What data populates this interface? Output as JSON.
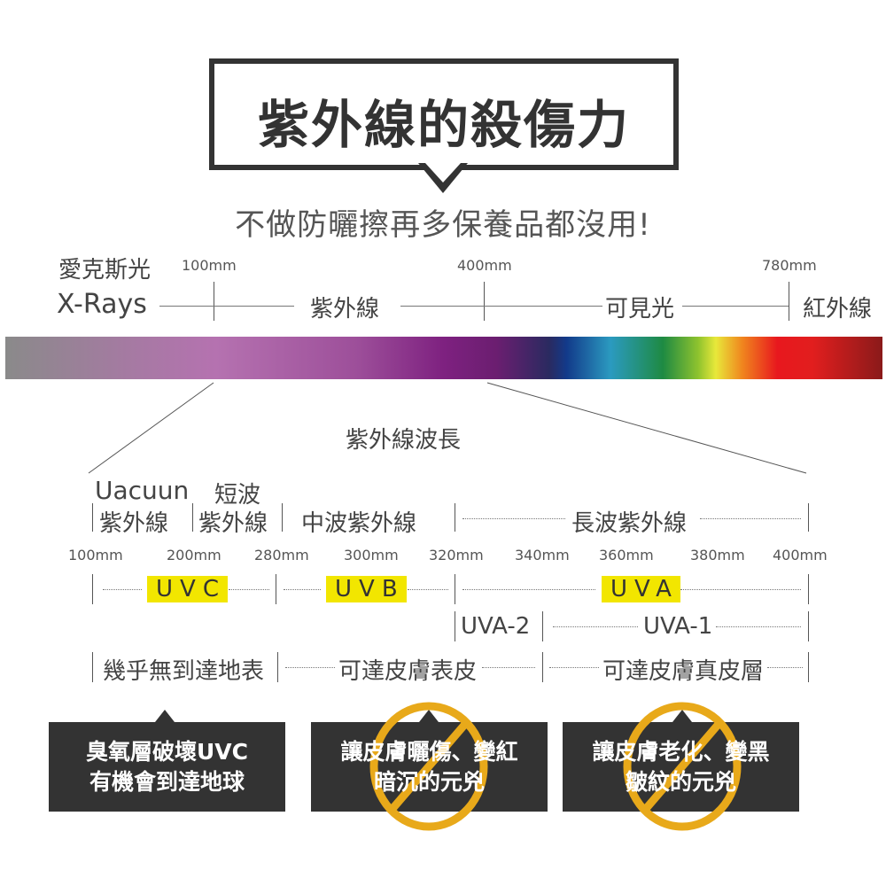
{
  "title": "紫外線的殺傷力",
  "subtitle": "不做防曬擦再多保養品都沒用!",
  "spectrum": {
    "xray_zh": "愛克斯光",
    "xray_en": "X-Rays",
    "ticks": [
      "100mm",
      "400mm",
      "780mm"
    ],
    "regions": [
      "紫外線",
      "可見光",
      "紅外線"
    ]
  },
  "uv_heading": "紫外線波長",
  "uv_types": {
    "vacuum_en": "Uacuun",
    "short_top": "短波",
    "vacuum_zh": "紫外線",
    "short_zh": "紫外線",
    "mid": "中波紫外線",
    "long": "長波紫外線"
  },
  "wavelengths": [
    "100mm",
    "200mm",
    "280mm",
    "300mm",
    "320mm",
    "340mm",
    "360mm",
    "380mm",
    "400mm"
  ],
  "bands": [
    "UVC",
    "UVB",
    "UVA"
  ],
  "uva_sub": [
    "UVA-2",
    "UVA-1"
  ],
  "reach": [
    "幾乎無到達地表",
    "可達皮膚表皮",
    "可達皮膚真皮層"
  ],
  "cards": [
    {
      "line1": "臭氧層破壞UVC",
      "line2": "有機會到達地球"
    },
    {
      "line1": "讓皮膚曬傷、變紅",
      "line2": "暗沉的元兇"
    },
    {
      "line1": "讓皮膚老化、變黑",
      "line2": "皺紋的元兇"
    }
  ],
  "colors": {
    "highlight": "#f2e600",
    "ban": "#e8a91a",
    "card": "#333333"
  }
}
